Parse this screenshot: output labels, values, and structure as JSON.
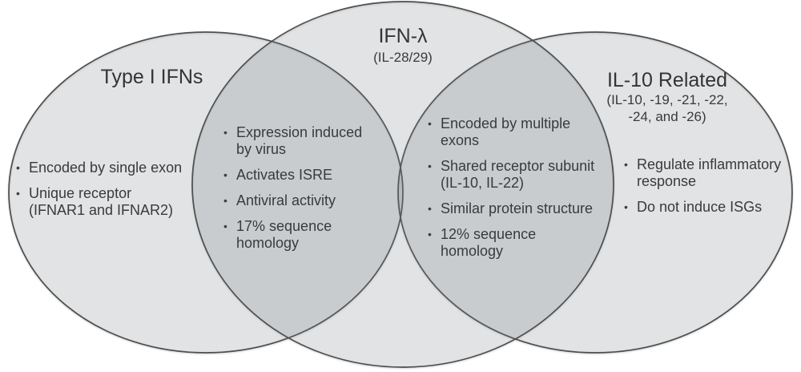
{
  "colors": {
    "background": "#ffffff",
    "ellipse_fill": "#79828a",
    "ellipse_stroke": "#4e4e4e",
    "single_region": "#e8e9ea",
    "overlap_region": "#d4d7d9",
    "text": "#3a3a3a"
  },
  "bullet_glyph": "•",
  "left_circle": {
    "title": "Type I IFNs",
    "items": [
      "Encoded by single exon",
      "Unique receptor\n(IFNAR1 and IFNAR2)"
    ]
  },
  "middle_circle": {
    "title": "IFN-λ",
    "subtitle": "(IL-28/29)"
  },
  "right_circle": {
    "title": "IL-10 Related",
    "subtitle": "(IL-10, -19, -21, -22,\n-24, and -26)",
    "items": [
      "Regulate inflammatory\nresponse",
      "Do not induce ISGs"
    ]
  },
  "left_middle_overlap": {
    "items": [
      "Expression induced\nby virus",
      "Activates ISRE",
      "Antiviral activity",
      "17% sequence\nhomology"
    ]
  },
  "middle_right_overlap": {
    "items": [
      "Encoded by multiple\nexons",
      "Shared receptor subunit\n(IL-10, IL-22)",
      "Similar protein structure",
      "12% sequence\nhomology"
    ]
  }
}
